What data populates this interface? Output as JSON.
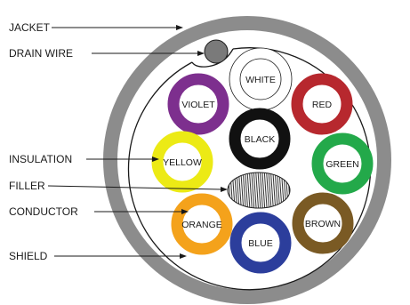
{
  "callouts": {
    "jacket": "JACKET",
    "drain_wire": "DRAIN WIRE",
    "insulation": "INSULATION",
    "filler": "FILLER",
    "conductor": "CONDUCTOR",
    "shield": "SHIELD"
  },
  "wires": [
    {
      "id": "white",
      "label": "WHITE",
      "color": "#ffffff"
    },
    {
      "id": "violet",
      "label": "VIOLET",
      "color": "#7d2f8e"
    },
    {
      "id": "red",
      "label": "RED",
      "color": "#b7282e"
    },
    {
      "id": "black",
      "label": "BLACK",
      "color": "#111111"
    },
    {
      "id": "yellow",
      "label": "YELLOW",
      "color": "#ecea15"
    },
    {
      "id": "green",
      "label": "GREEN",
      "color": "#23a94a"
    },
    {
      "id": "orange",
      "label": "ORANGE",
      "color": "#f4a21b"
    },
    {
      "id": "brown",
      "label": "BROWN",
      "color": "#7a5a24"
    },
    {
      "id": "blue",
      "label": "BLUE",
      "color": "#2c3e9c"
    }
  ],
  "colors": {
    "jacket": "#8c8c8c",
    "drain_wire": "#7a7a7a",
    "filler": "#333333",
    "line": "#1a1a1a"
  }
}
